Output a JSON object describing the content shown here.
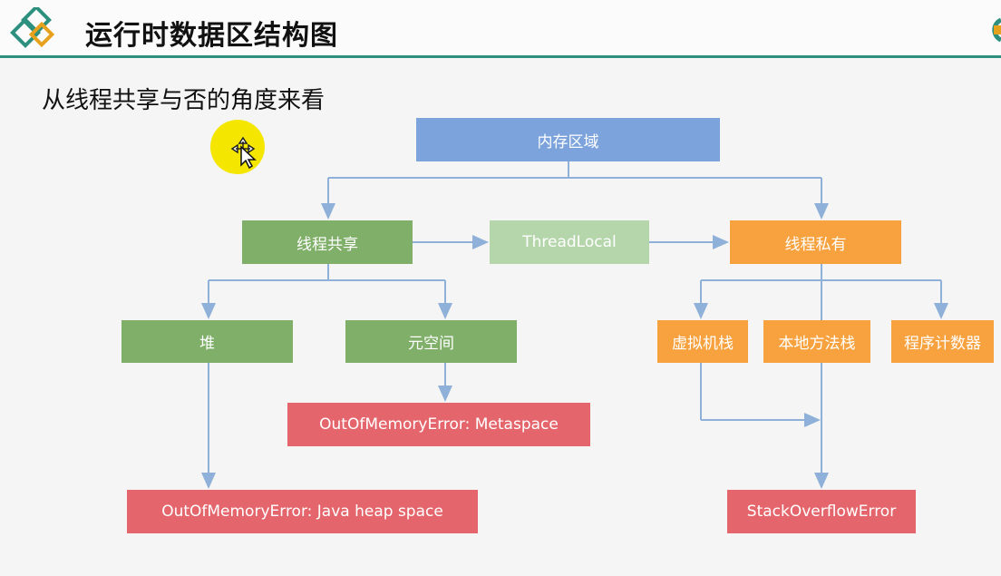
{
  "header": {
    "title": "运行时数据区结构图"
  },
  "subtitle": "从线程共享与否的角度来看",
  "diagram": {
    "root": "内存区域",
    "shared": "线程共享",
    "threadlocal": "ThreadLocal",
    "private": "线程私有",
    "heap": "堆",
    "metaspace": "元空间",
    "vm_stack": "虚拟机栈",
    "native_stack": "本地方法栈",
    "pc_register": "程序计数器",
    "oom_meta": "OutOfMemoryError: Metaspace",
    "oom_heap": "OutOfMemoryError: Java heap space",
    "stack_overflow": "StackOverflowError"
  },
  "colors": {
    "accent": "#2d8f7d",
    "root": "#7ca3dc",
    "shared": "#7faf68",
    "threadlocal": "#b5d6ab",
    "private": "#f7a23e",
    "error": "#e4666c",
    "connector": "#8fb0d8"
  },
  "icons": [
    "logo-diamond-icon",
    "cursor-move-icon",
    "corner-logo-icon"
  ]
}
